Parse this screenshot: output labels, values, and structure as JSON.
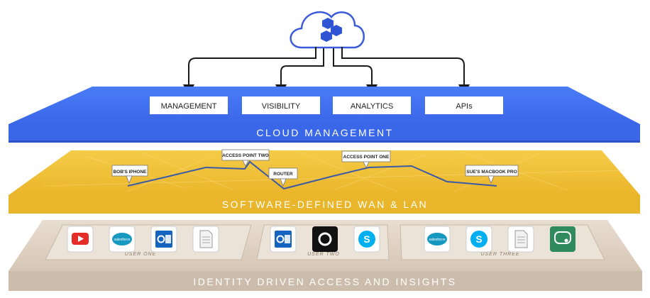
{
  "cloud": {
    "icon": "cloud-hexagons-icon"
  },
  "cloud_layer": {
    "title": "CLOUD MANAGEMENT",
    "boxes": [
      "MANAGEMENT",
      "VISIBILITY",
      "ANALYTICS",
      "APIs"
    ],
    "color": "#3d6ef0"
  },
  "network_layer": {
    "title": "SOFTWARE-DEFINED WAN & LAN",
    "color": "#f0c23a",
    "callouts": [
      "BOB'S IPHONE",
      "ACCESS POINT TWO",
      "ROUTER",
      "ACCESS POINT ONE",
      "SUE'S MACBOOK PRO"
    ]
  },
  "identity_layer": {
    "title": "IDENTITY DRIVEN ACCESS AND INSIGHTS",
    "color": "#d9cbbd",
    "users": [
      {
        "label": "USER ONE",
        "apps": [
          "youtube-icon",
          "salesforce-icon",
          "outlook-icon",
          "document-icon"
        ]
      },
      {
        "label": "USER TWO",
        "apps": [
          "outlook-icon",
          "camera-app-icon",
          "skype-icon"
        ]
      },
      {
        "label": "USER THREE",
        "apps": [
          "salesforce-icon",
          "skype-icon",
          "document-icon",
          "chat-icon"
        ]
      }
    ]
  }
}
